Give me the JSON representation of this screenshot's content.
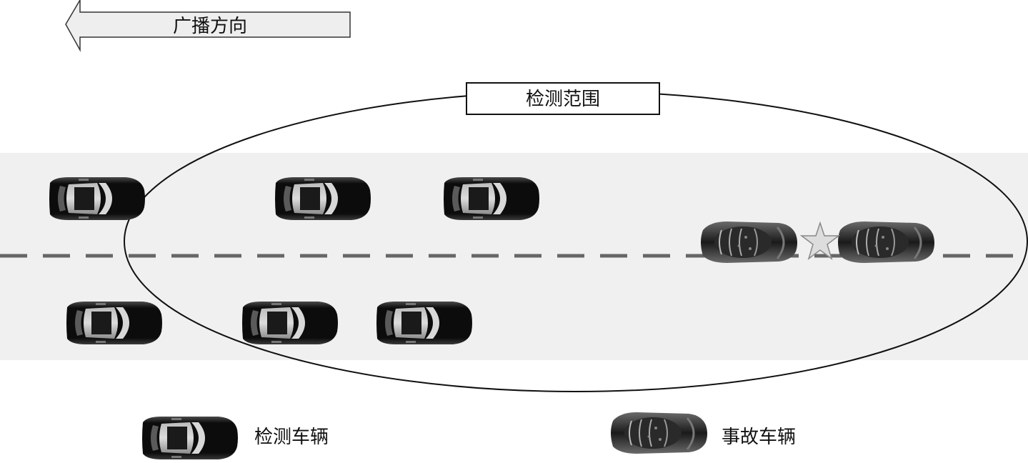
{
  "broadcast_direction": {
    "label": "广播方向"
  },
  "detection_range": {
    "label": "检测范围"
  },
  "legend": {
    "detection_vehicle": {
      "label": "检测车辆",
      "icon": "detection-car-icon"
    },
    "accident_vehicle": {
      "label": "事故车辆",
      "icon": "accident-car-icon"
    }
  },
  "road": {
    "color": "#f0f0f0",
    "lane_divider_color": "#666666"
  },
  "scene": {
    "detection_vehicle_count": 6,
    "accident_vehicle_count": 2,
    "collision_icon": "star-icon"
  }
}
